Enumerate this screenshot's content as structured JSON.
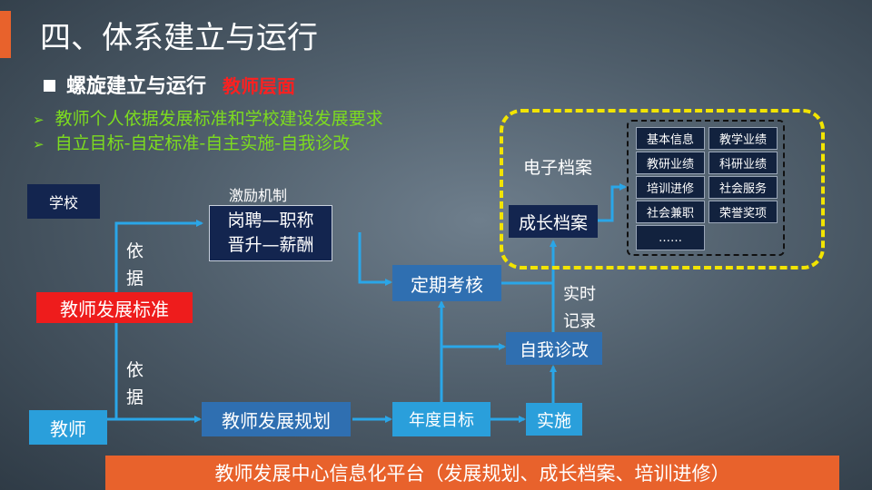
{
  "title": "四、体系建立与运行",
  "subtitle": {
    "main": "螺旋建立与运行",
    "highlight": "教师层面"
  },
  "bullets": [
    {
      "marker": "➢",
      "text": "教师个人依据发展标准和学校建设发展要求"
    },
    {
      "marker": "➢",
      "text": "自立目标-自定标准-自主实施-自我诊改"
    }
  ],
  "diagram": {
    "school": "学校",
    "incentive_label": "激励机制",
    "incentive_line1": "岗聘—职称",
    "incentive_line2": "晋升—薪酬",
    "basis_top": [
      "依",
      "据"
    ],
    "basis_bottom": [
      "依",
      "据"
    ],
    "standard": "教师发展标准",
    "teacher": "教师",
    "plan": "教师发展规划",
    "annual_goal": "年度目标",
    "implement": "实施",
    "self_diagnosis": "自我诊改",
    "review": "定期考核",
    "realtime": [
      "实时",
      "记录"
    ],
    "e_archive_label": "电子档案",
    "growth_archive": "成长档案",
    "archive_items": [
      "基本信息",
      "教学业绩",
      "教研业绩",
      "科研业绩",
      "培训进修",
      "社会服务",
      "社会兼职",
      "荣誉奖项",
      "……"
    ]
  },
  "footer": "教师发展中心信息化平台（发展规划、成长档案、培训进修）",
  "colors": {
    "accent": "#e8622c",
    "bullet_green": "#7ddc1f",
    "highlight_red": "#ff2020",
    "arrow": "#2aa6e8",
    "frame_yellow": "#f2e400"
  }
}
